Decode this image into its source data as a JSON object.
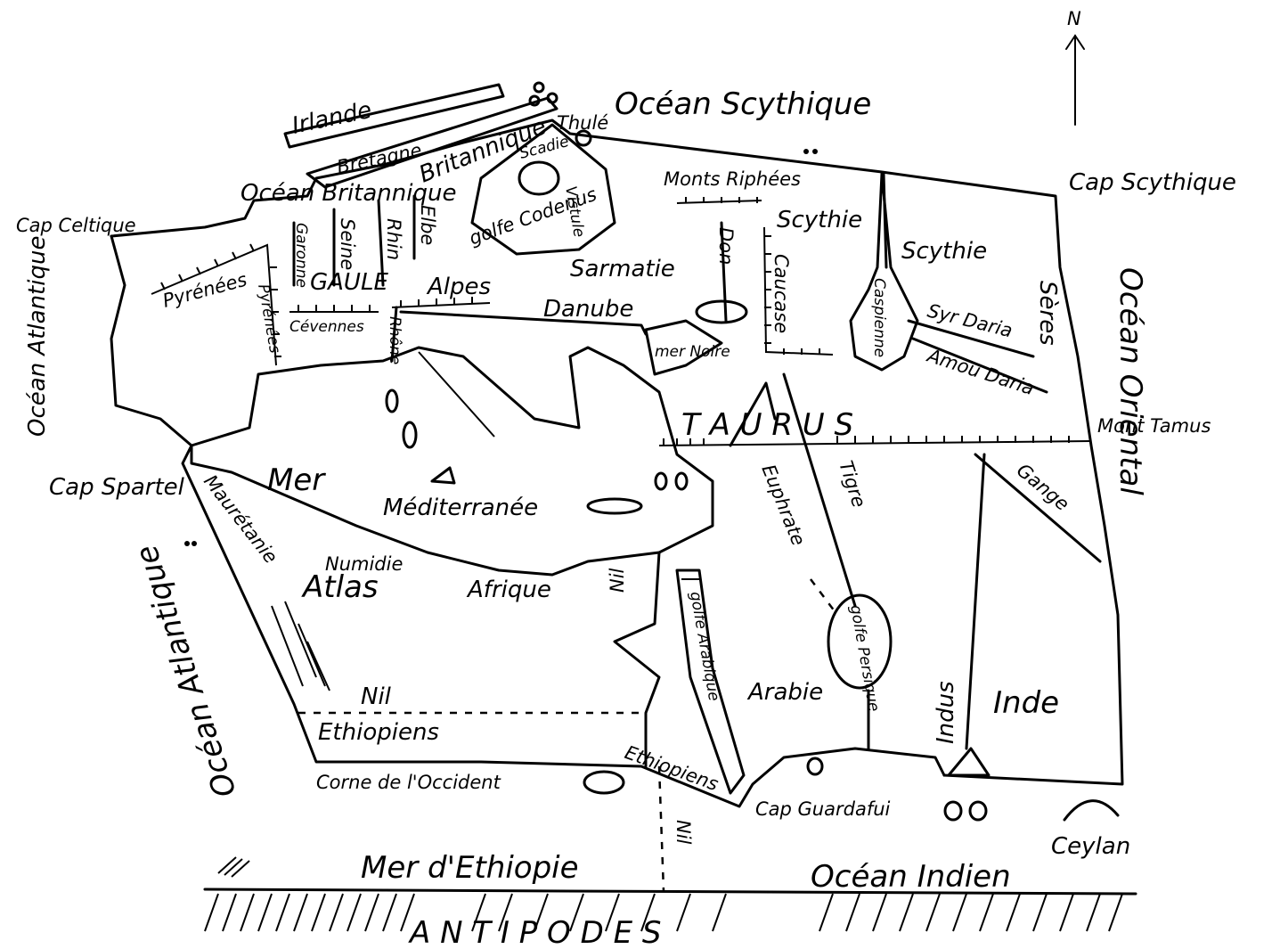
{
  "compass": {
    "north_label": "N"
  },
  "labels": {
    "ocean_scythique": "Océan Scythique",
    "cap_scythique": "Cap Scythique",
    "ocean_oriental": "Océan Oriental",
    "mont_tamus": "Mont Tamus",
    "seres": "Sères",
    "scythie_east": "Scythie",
    "scythie_west": "Scythie",
    "caspienne": "Caspienne",
    "syr_daria": "Syr Daria",
    "amou_daria": "Amou Daria",
    "monts_riphees": "Monts Riphées",
    "sarmatie": "Sarmatie",
    "don": "Don",
    "caucase": "Caucase",
    "mer_noire": "mer Noire",
    "danube": "Danube",
    "taurus": "T A U R U S",
    "euphrate": "Euphrate",
    "tigre": "Tigre",
    "gange": "Gange",
    "golfe_persique": "golfe Persique",
    "indus": "Indus",
    "inde": "Inde",
    "arabie": "Arabie",
    "golfe_arabique": "golfe Arabique",
    "thule": "Thulé",
    "irlande": "Irlande",
    "bretagne": "Bretagne",
    "britannique": "Britannique",
    "ocean_britannique": "Océan Britannique",
    "scadie": "Scadie",
    "vistule": "Vistule",
    "golfe_codenus": "golfe Codenus",
    "elbe": "Elbe",
    "rhin": "Rhin",
    "seine": "Seine",
    "garonne": "Garonne",
    "gaule": "GAULE",
    "cevennes": "Cévennes",
    "alpes": "Alpes",
    "rhone": "Rhône",
    "pyrenees_a": "Pyrénées",
    "pyrenees_b": "Pyrénées",
    "cap_celtique": "Cap Celtique",
    "ocean_atlantique_west": "Océan Atlantique",
    "cap_spartel": "Cap Spartel",
    "mer_mediterranee_a": "Mer",
    "mer_mediterranee_b": "Méditerranée",
    "mauretanie": "Maurétanie",
    "numidie": "Numidie",
    "atlas": "Atlas",
    "afrique": "Afrique",
    "nil_north": "Nil",
    "nil_west": "Nil",
    "nil_south": "Nil",
    "ethiopiens_west": "Ethiopiens",
    "ethiopiens_east": "Ethiopiens",
    "corne_occident": "Corne de l'Occident",
    "cap_guardafui": "Cap Guardafui",
    "ceylan": "Ceylan",
    "ocean_atlantique_south": "Océan Atlantique",
    "mer_ethiopie": "Mer d'Ethiopie",
    "ocean_indien": "Océan Indien",
    "antipodes": "A N T I P O D E S"
  }
}
